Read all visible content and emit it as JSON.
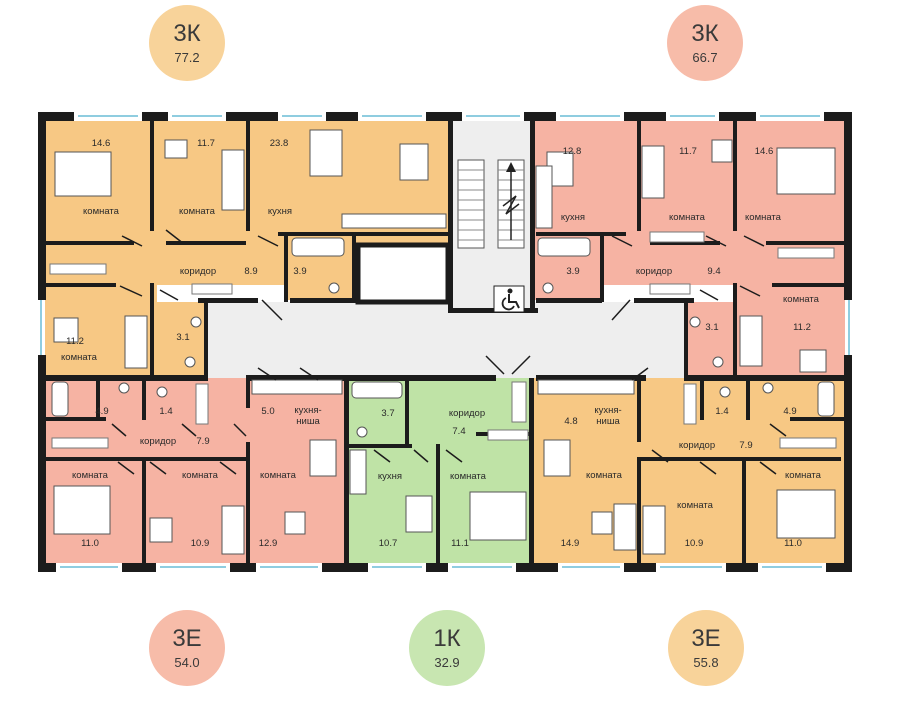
{
  "colors": {
    "orange": "#f7c884",
    "salmon": "#f6b3a3",
    "green": "#bfe3a6",
    "badge_orange": "#f8d39a",
    "badge_salmon": "#f7bca9",
    "badge_green": "#c8e6b1",
    "common": "#eeeeee",
    "wall": "#1c1c1c"
  },
  "badges": [
    {
      "id": "top-left",
      "type": "3К",
      "area": "77.2",
      "color": "#f8d39a"
    },
    {
      "id": "top-right",
      "type": "3К",
      "area": "66.7",
      "color": "#f7bca9"
    },
    {
      "id": "bottom-left",
      "type": "3Е",
      "area": "54.0",
      "color": "#f7bca9"
    },
    {
      "id": "bottom-center",
      "type": "1К",
      "area": "32.9",
      "color": "#c8e6b1"
    },
    {
      "id": "bottom-right",
      "type": "3Е",
      "area": "55.8",
      "color": "#f8d39a"
    }
  ],
  "rooms": {
    "a1_room1": {
      "label": "комната",
      "area": "14.6"
    },
    "a1_room2": {
      "label": "комната",
      "area": "11.7"
    },
    "a1_kitchen": {
      "label": "кухня",
      "area": "23.8"
    },
    "a1_corridor": {
      "label": "коридор",
      "area": "8.9"
    },
    "a1_bath": {
      "area": "3.9"
    },
    "a1_wc": {
      "area": "3.1"
    },
    "a1_room3": {
      "label": "комната",
      "area": "11.2"
    },
    "a2_kitchen": {
      "label": "кухня",
      "area": "12.8"
    },
    "a2_room1": {
      "label": "комната",
      "area": "11.7"
    },
    "a2_room2": {
      "label": "комната",
      "area": "14.6"
    },
    "a2_bath": {
      "area": "3.9"
    },
    "a2_corridor": {
      "label": "коридор",
      "area": "9.4"
    },
    "a2_wc": {
      "area": "3.1"
    },
    "a2_room3": {
      "label": "комната",
      "area": "11.2"
    },
    "a3_bath": {
      "area": "4.9"
    },
    "a3_wc": {
      "area": "1.4"
    },
    "a3_corridor": {
      "label": "коридор",
      "area": "7.9"
    },
    "a3_niche": {
      "label": "кухня-\nниша",
      "area": "5.0"
    },
    "a3_room1": {
      "label": "комната",
      "area": "11.0"
    },
    "a3_room2": {
      "label": "комната",
      "area": "10.9"
    },
    "a3_room3": {
      "label": "комната",
      "area": "12.9"
    },
    "a4_bath": {
      "area": "3.7"
    },
    "a4_corridor": {
      "label": "коридор",
      "area": "7.4"
    },
    "a4_kitchen": {
      "label": "кухня",
      "area": "10.7"
    },
    "a4_room": {
      "label": "комната",
      "area": "11.1"
    },
    "a5_niche": {
      "label": "кухня-\nниша",
      "area": "4.8"
    },
    "a5_room1": {
      "label": "комната",
      "area": "14.9"
    },
    "a5_wc": {
      "area": "1.4"
    },
    "a5_bath": {
      "area": "4.9"
    },
    "a5_corridor": {
      "label": "коридор",
      "area": "7.9"
    },
    "a5_room2": {
      "label": "комната",
      "area": "10.9"
    },
    "a5_room3": {
      "label": "комната",
      "area": "11.0"
    }
  },
  "icons": {
    "accessibility": "wheelchair-icon"
  }
}
